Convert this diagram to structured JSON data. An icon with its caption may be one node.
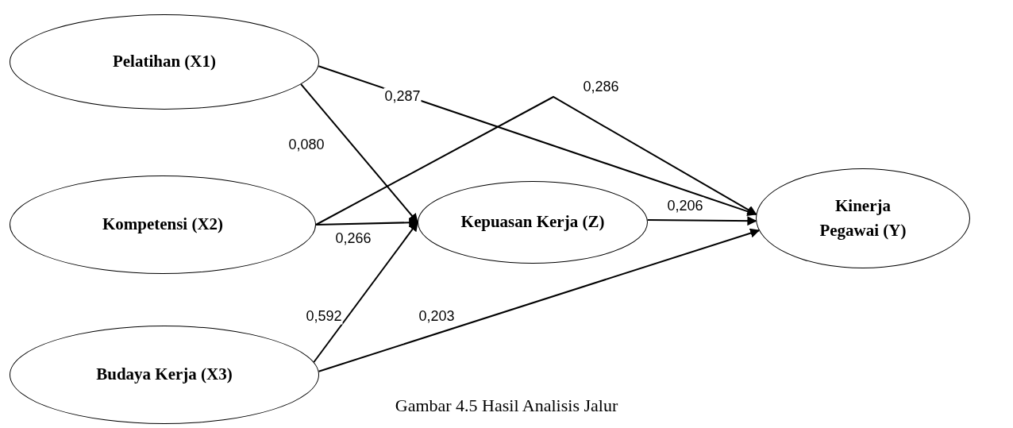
{
  "diagram": {
    "caption": "Gambar 4.5 Hasil Analisis Jalur",
    "nodes": [
      {
        "text": [
          "Pelatihan (X1)"
        ]
      },
      {
        "text": [
          "Kompetensi (X2)"
        ]
      },
      {
        "text": [
          "Budaya Kerja (X3)"
        ]
      },
      {
        "text": [
          "Kepuasan Kerja (Z)"
        ]
      },
      {
        "text": [
          "Kinerja Pegawai (Y)"
        ]
      }
    ],
    "edges": [
      {
        "from": 0,
        "to": 3,
        "arrow": "to",
        "label": "0,080"
      },
      {
        "from": 0,
        "to": 4,
        "arrow": "to",
        "label": "0,287"
      },
      {
        "from": 1,
        "to": 3,
        "arrow": "to",
        "label": "0,266"
      },
      {
        "from": 1,
        "to": 4,
        "arrow": "to",
        "label": "0,286"
      },
      {
        "from": 2,
        "to": 3,
        "arrow": "to",
        "label": "0,592"
      },
      {
        "from": 2,
        "to": 4,
        "arrow": "to",
        "label": "0,203"
      },
      {
        "from": 3,
        "to": 4,
        "arrow": "to",
        "label": "0,206"
      }
    ]
  }
}
